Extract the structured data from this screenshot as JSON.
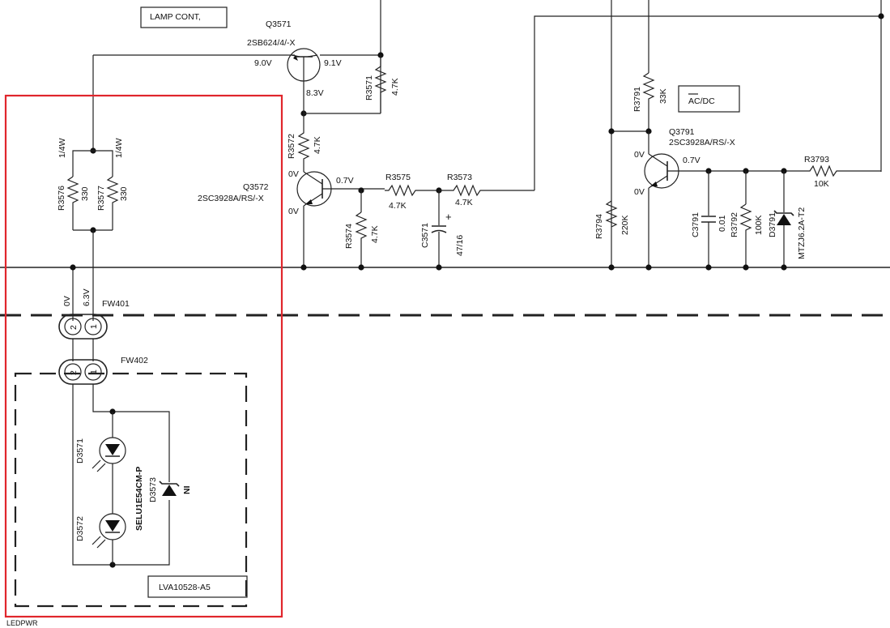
{
  "labels": {
    "lamp_cont": "LAMP CONT,",
    "ac_dc": "AC/DC",
    "q3571": "Q3571",
    "q3571_part": "2SB624/4/-X",
    "q3571_v_left": "9.0V",
    "q3571_v_right": "9.1V",
    "q3571_v_bottom": "8.3V",
    "r3571": "R3571",
    "r3571_val": "4.7K",
    "r3572": "R3572",
    "r3572_val": "4.7K",
    "q3572": "Q3572",
    "q3572_part": "2SC3928A/RS/-X",
    "q3572_v_top": "0V",
    "q3572_v_base": "0.7V",
    "q3572_v_bottom": "0V",
    "r3575": "R3575",
    "r3575_val": "4.7K",
    "r3573": "R3573",
    "r3573_val": "4.7K",
    "r3574": "R3574",
    "r3574_val": "4.7K",
    "c3571": "C3571",
    "c3571_val": "47/16",
    "c3571_plus": "+",
    "r3576": "R3576",
    "r3576_val": "330",
    "r3576_watt": "1/4W",
    "r3577": "R3577",
    "r3577_val": "330",
    "r3577_watt": "1/4W",
    "fw401": "FW401",
    "fw402": "FW402",
    "pin_0v": "0V",
    "pin_63v": "6.3V",
    "pin2": "2",
    "pin1": "1",
    "pin2b": "2",
    "pin1b": "1",
    "d3571": "D3571",
    "d3572": "D3572",
    "d3573": "D3573",
    "d3573_part": "SELU1E54CM-P",
    "d3573_ni": "NI",
    "lva": "LVA10528-A5",
    "ledpwr": "LEDPWR",
    "r3791": "R3791",
    "r3791_val": "33K",
    "q3791": "Q3791",
    "q3791_part": "2SC3928A/RS/-X",
    "q3791_v_left": "0V",
    "q3791_v_right": "0.7V",
    "q3791_v_bottom": "0V",
    "r3793": "R3793",
    "r3793_val": "10K",
    "r3794": "R3794",
    "r3794_val": "220K",
    "c3791": "C3791",
    "c3791_val": "0.01",
    "r3792": "R3792",
    "r3792_val": "100K",
    "d3791": "D3791",
    "d3791_part": "MTZJ6.2A-T2"
  },
  "colors": {
    "highlight": "#e0262c",
    "ink": "#111111"
  }
}
